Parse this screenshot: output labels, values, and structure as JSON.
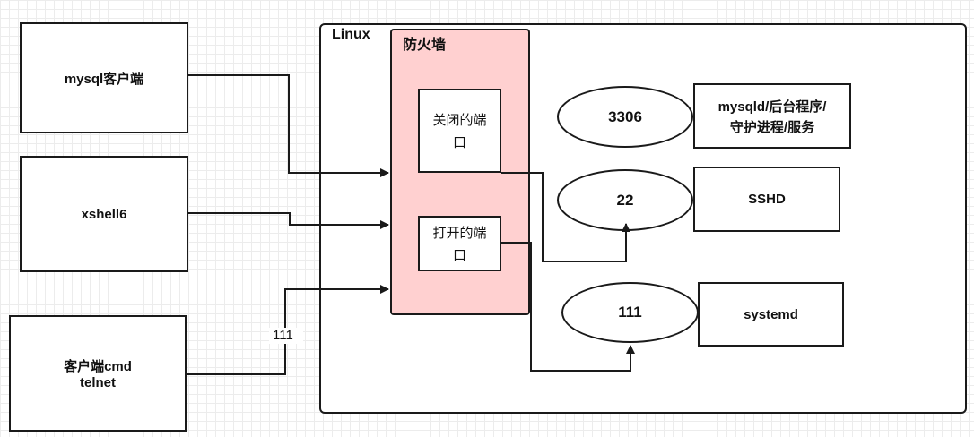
{
  "clients": {
    "mysql": "mysql客户端",
    "xshell": "xshell6",
    "cmd_line1": "客户端cmd",
    "cmd_line2": "telnet"
  },
  "linux": {
    "title": "Linux"
  },
  "firewall": {
    "title": "防火墙",
    "closed_port_line1": "关闭的端",
    "closed_port_line2": "口",
    "open_port_line1": "打开的端",
    "open_port_line2": "口"
  },
  "ports": {
    "p3306": "3306",
    "p22": "22",
    "p111": "111"
  },
  "services": {
    "mysqld_line1": "mysqld/后台程序/",
    "mysqld_line2": "守护进程/服务",
    "sshd": "SSHD",
    "systemd": "systemd"
  },
  "edge_label": "111",
  "colors": {
    "firewall_fill": "#ffd0d0",
    "stroke": "#1a1a1a"
  }
}
